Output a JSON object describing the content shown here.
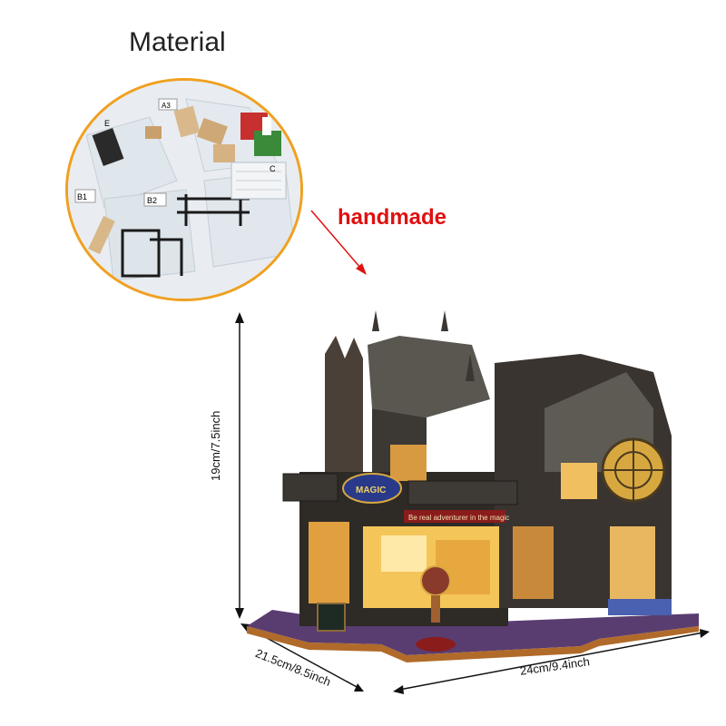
{
  "material_label": "Material",
  "handmade_label": "handmade",
  "dimensions": {
    "height": "19cm/7.5inch",
    "depth": "21.5cm/8.5inch",
    "width": "24cm/9.4inch"
  },
  "bag_labels": [
    "A3",
    "B1",
    "B2",
    "E",
    "C"
  ],
  "sign_text": "Be real adventurer in the magic",
  "shop_sign": "MAGIC",
  "colors": {
    "arrow": "#e01010",
    "circle_border": "#f0a020"
  }
}
